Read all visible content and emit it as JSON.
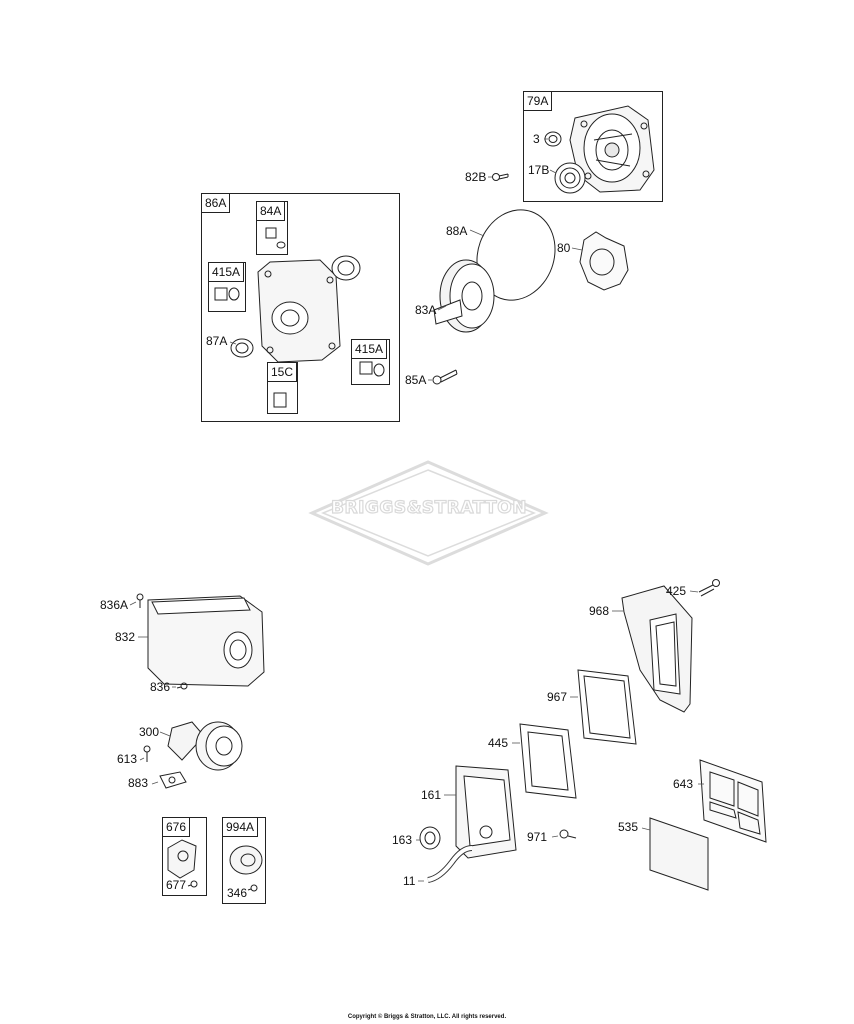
{
  "watermark": {
    "brand": "BRIGGS&STRATTON"
  },
  "copyright": "Copyright © Briggs & Stratton, LLC. All rights reserved.",
  "callouts": {
    "p79A": "79A",
    "p3": "3",
    "p17B": "17B",
    "p82B": "82B",
    "p86A": "86A",
    "p84A": "84A",
    "p415A_1": "415A",
    "p415A_2": "415A",
    "p87A": "87A",
    "p15C": "15C",
    "p88A": "88A",
    "p80": "80",
    "p83A": "83A",
    "p85A": "85A",
    "p836A": "836A",
    "p832": "832",
    "p836": "836",
    "p300": "300",
    "p613": "613",
    "p883": "883",
    "p676": "676",
    "p677": "677",
    "p994A": "994A",
    "p346": "346",
    "p425": "425",
    "p968": "968",
    "p967": "967",
    "p445": "445",
    "p161": "161",
    "p163": "163",
    "p11": "11",
    "p971": "971",
    "p643": "643",
    "p535": "535"
  }
}
